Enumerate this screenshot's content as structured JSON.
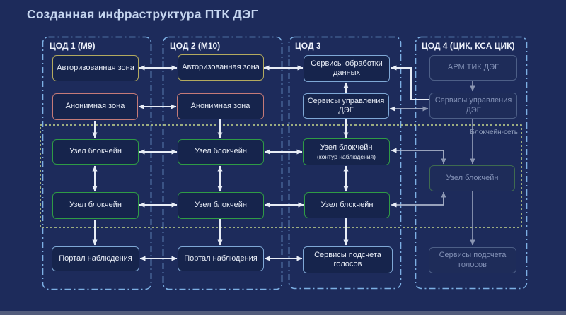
{
  "title": "Созданная инфраструктура ПТК ДЭГ",
  "band": {
    "label": "Блокчейн-сеть"
  },
  "colors": {
    "background": "#1d2b5b",
    "box_fill": "#16244c",
    "dc_border": "#7db0e4",
    "band_border": "#c6d78c",
    "authorized_zone_border": "#b3aa5f",
    "anonymous_zone_border": "#c47a78",
    "blockchain_node_border": "#2f9b45",
    "service_box_border": "#7fa8d6",
    "faded_border": "#4d5f87",
    "faded_text": "#8391b6",
    "arrow_white": "#e8edf6",
    "arrow_gray": "#8b96b2",
    "title_color": "#c5d5ef"
  },
  "datacenters": [
    {
      "header": "ЦОД 1 (М9)",
      "boxes": {
        "auth": "Авторизованная зона",
        "anon": "Анонимная зона",
        "node1": "Узел блокчейн",
        "node2": "Узел блокчейн",
        "portal": "Портал наблюдения"
      }
    },
    {
      "header": "ЦОД 2 (М10)",
      "boxes": {
        "auth": "Авторизованная зона",
        "anon": "Анонимная зона",
        "node1": "Узел блокчейн",
        "node2": "Узел блокчейн",
        "portal": "Портал наблюдения"
      }
    },
    {
      "header": "ЦОД 3",
      "boxes": {
        "processing": "Сервисы обработки данных",
        "management": "Сервисы управления ДЭГ",
        "node1": "Узел блокчейн",
        "node1_sub": "(контур наблюдения)",
        "node2": "Узел блокчейн",
        "counting": "Сервисы подсчета голосов"
      }
    },
    {
      "header": "ЦОД 4 (ЦИК, КСА ЦИК)",
      "boxes": {
        "arm": "АРМ ТИК ДЭГ",
        "management": "Сервисы управления ДЭГ",
        "node": "Узел блокчейн",
        "counting": "Сервисы подсчета голосов"
      }
    }
  ]
}
